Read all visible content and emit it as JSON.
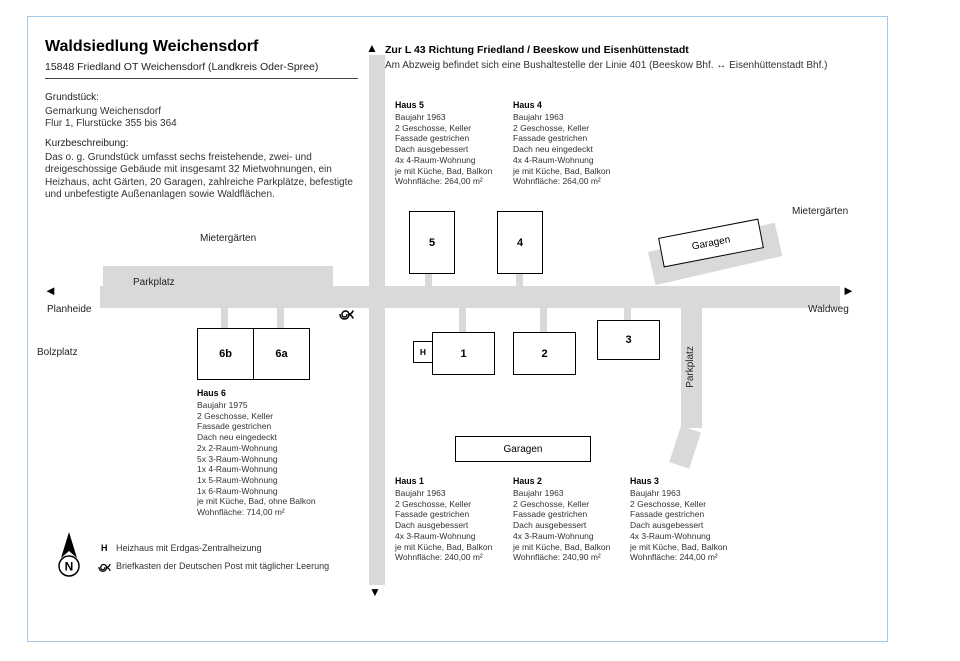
{
  "header": {
    "title": "Waldsiedlung Weichensdorf",
    "subtitle": "15848 Friedland OT Weichensdorf (Landkreis Oder-Spree)"
  },
  "grundstueck": {
    "heading": "Grundstück:",
    "lines": [
      "Gemarkung Weichensdorf",
      "Flur 1, Flurstücke 355 bis 364"
    ]
  },
  "kurzbeschreibung": {
    "heading": "Kurzbeschreibung:",
    "text": "Das o. g. Grundstück umfasst sechs freistehende, zwei- und dreigeschossige Gebäude mit insgesamt 32 Mietwohnungen, ein Heizhaus, acht Gärten, 20 Garagen, zahlreiche Parkplätze, befestigte und unbefestigte Außenanlagen sowie Waldflächen."
  },
  "direction_note": {
    "title": "Zur L 43 Richtung Friedland / Beeskow und Eisenhüttenstadt",
    "text": "Am Abzweig befindet sich eine Bushaltestelle der Linie 401 (Beeskow Bhf. ↔ Eisenhüttenstadt Bhf.)"
  },
  "house_info": {
    "haus5": {
      "name": "Haus 5",
      "lines": [
        "Baujahr 1963",
        "2 Geschosse, Keller",
        "Fassade gestrichen",
        "Dach ausgebessert",
        "4x 4-Raum-Wohnung",
        "je mit Küche, Bad, Balkon",
        "Wohnfläche: 264,00 m²"
      ]
    },
    "haus4": {
      "name": "Haus 4",
      "lines": [
        "Baujahr 1963",
        "2 Geschosse, Keller",
        "Fassade gestrichen",
        "Dach neu eingedeckt",
        "4x 4-Raum-Wohnung",
        "je mit Küche, Bad, Balkon",
        "Wohnfläche: 264,00 m²"
      ]
    },
    "haus6": {
      "name": "Haus 6",
      "lines": [
        "Baujahr 1975",
        "2 Geschosse, Keller",
        "Fassade gestrichen",
        "Dach neu eingedeckt",
        "2x 2-Raum-Wohnung",
        "5x 3-Raum-Wohnung",
        "1x 4-Raum-Wohnung",
        "1x 5-Raum-Wohnung",
        "1x 6-Raum-Wohnung",
        "je mit Küche, Bad, ohne Balkon",
        "Wohnfläche: 714,00 m²"
      ]
    },
    "haus1": {
      "name": "Haus 1",
      "lines": [
        "Baujahr 1963",
        "2 Geschosse, Keller",
        "Fassade gestrichen",
        "Dach ausgebessert",
        "4x 3-Raum-Wohnung",
        "je mit Küche, Bad, Balkon",
        "Wohnfläche: 240,00 m²"
      ]
    },
    "haus2": {
      "name": "Haus 2",
      "lines": [
        "Baujahr 1963",
        "2 Geschosse, Keller",
        "Fassade gestrichen",
        "Dach ausgebessert",
        "4x 3-Raum-Wohnung",
        "je mit Küche, Bad, Balkon",
        "Wohnfläche: 240,90 m²"
      ]
    },
    "haus3": {
      "name": "Haus 3",
      "lines": [
        "Baujahr 1963",
        "2 Geschosse, Keller",
        "Fassade gestrichen",
        "Dach ausgebessert",
        "4x 3-Raum-Wohnung",
        "je mit Küche, Bad, Balkon",
        "Wohnfläche: 244,00 m²"
      ]
    }
  },
  "map": {
    "labels": {
      "mietergaerten_left": "Mietergärten",
      "mietergaerten_right": "Mietergärten",
      "parkplatz_left": "Parkplatz",
      "parkplatz_right": "Parkplatz",
      "planheide": "Planheide",
      "bolzplatz": "Bolzplatz",
      "waldweg": "Waldweg",
      "garagen_top": "Garagen",
      "garagen_bottom": "Garagen"
    },
    "buildings": {
      "b5": "5",
      "b4": "4",
      "b6b": "6b",
      "b6a": "6a",
      "b1": "1",
      "b2": "2",
      "b3": "3",
      "heizhaus": "H"
    },
    "arrows": {
      "up": "▲",
      "down": "▼",
      "left": "◄",
      "right": "►"
    }
  },
  "legend": {
    "north": "N",
    "heizhaus_symbol": "H",
    "heizhaus_text": "Heizhaus mit Erdgas-Zentralheizung",
    "briefkasten_text": "Briefkasten der Deutschen Post mit täglicher Leerung"
  },
  "colors": {
    "road": "#d9d9d9",
    "page_border": "#a6c9e8"
  }
}
